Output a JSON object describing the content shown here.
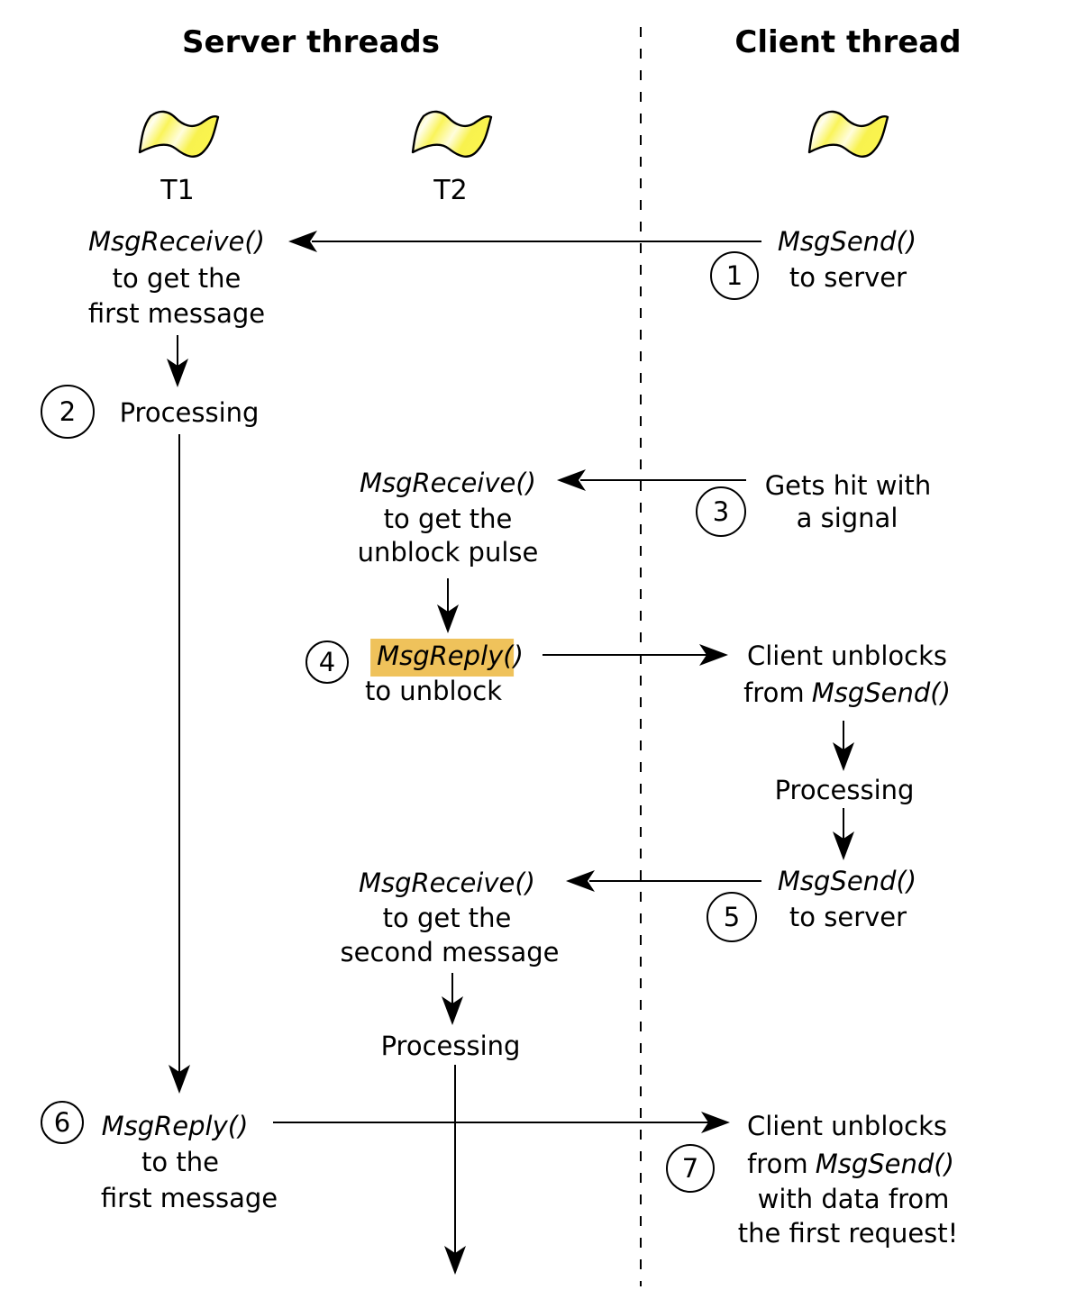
{
  "diagram": {
    "headers": {
      "server": "Server threads",
      "client": "Client thread"
    },
    "threads": {
      "t1": "T1",
      "t2": "T2"
    },
    "icons": {
      "thread": "wavy-flag-icon"
    },
    "colors": {
      "highlight": "#EFC25B",
      "flag_fill": "#FAF44E",
      "stroke": "#000000",
      "background": "#FFFFFF"
    },
    "steps": {
      "s1": {
        "num": "1",
        "call": "MsgSend()",
        "note": "to server"
      },
      "recv_first": {
        "call": "MsgReceive()",
        "l2": "to get the",
        "l3": "first message"
      },
      "s2": {
        "num": "2",
        "label": "Processing"
      },
      "s3": {
        "num": "3",
        "l1": "Gets hit with",
        "l2": "a signal"
      },
      "recv_pulse": {
        "call": "MsgReceive()",
        "l2": "to get the",
        "l3": "unblock pulse"
      },
      "s4": {
        "num": "4",
        "call_hl": "MsgReply",
        "call_tail": "()",
        "l2": "to unblock"
      },
      "unblock1": {
        "l1": "Client unblocks",
        "l2a": "from",
        "l2b": "MsgSend()"
      },
      "client_proc": {
        "label": "Processing"
      },
      "s5": {
        "num": "5",
        "call": "MsgSend()",
        "note": "to server"
      },
      "recv_second": {
        "call": "MsgReceive()",
        "l2": "to get the",
        "l3": "second message"
      },
      "t2_proc": {
        "label": "Processing"
      },
      "s6": {
        "num": "6",
        "call": "MsgReply()",
        "l2": "to the",
        "l3": "first message"
      },
      "s7": {
        "num": "7",
        "l1": "Client unblocks",
        "l2a": "from",
        "l2b": "MsgSend()",
        "l3": "with data from",
        "l4": "the first request!"
      }
    }
  }
}
